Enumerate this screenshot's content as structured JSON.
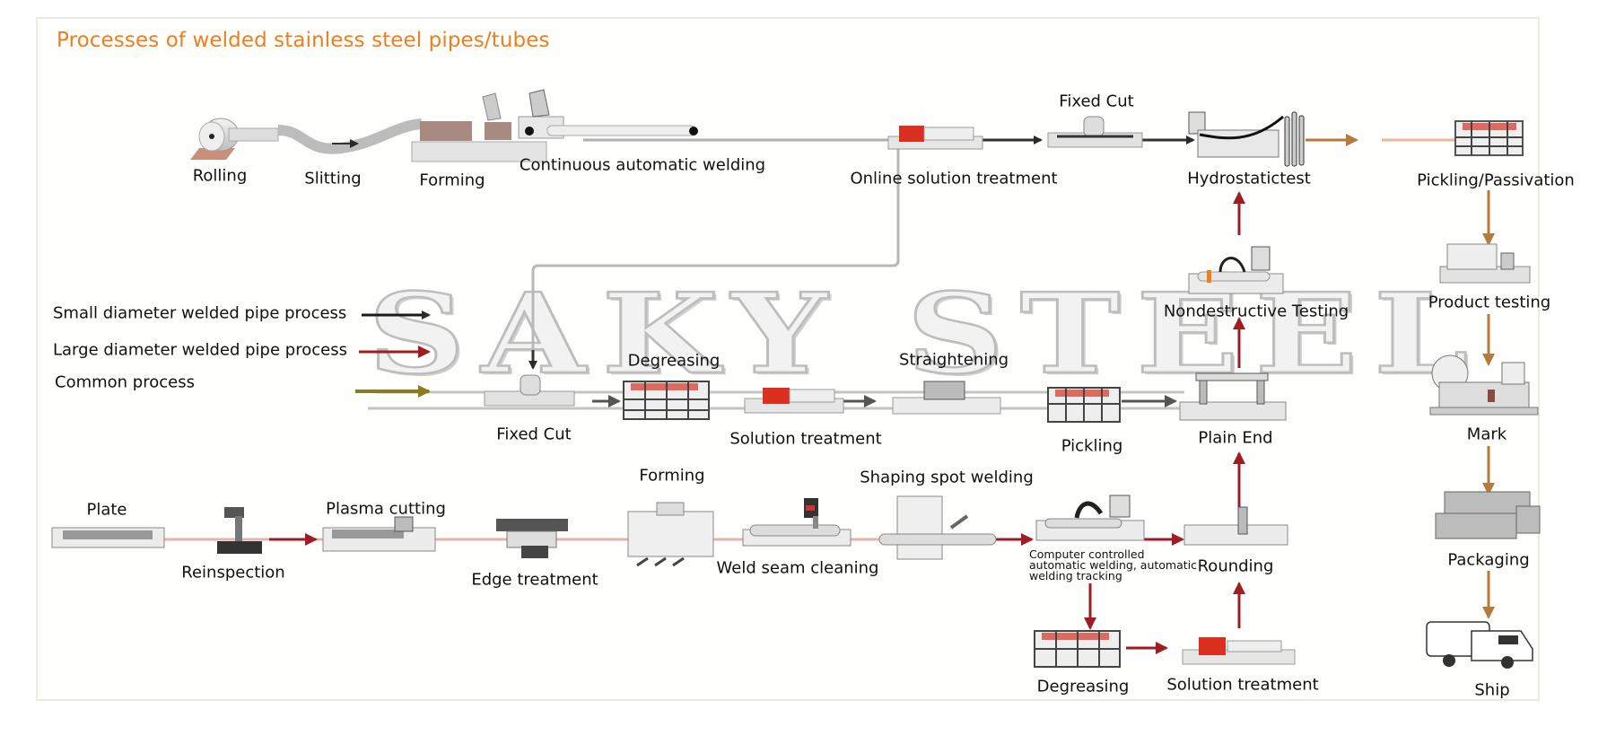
{
  "title": "Processes of welded stainless steel pipes/tubes",
  "watermark": "SAKY STEEL",
  "colors": {
    "title": "#ee7e1e",
    "small_diameter": "#1a1a1a",
    "large_diameter": "#9e1c22",
    "common": "#8a7d1f",
    "final": "#b57a3c",
    "frame": "#ecebe0",
    "line": "#b8b8b8"
  },
  "legend": [
    {
      "label": "Small diameter welded pipe process",
      "color_key": "small_diameter"
    },
    {
      "label": "Large diameter welded pipe process",
      "color_key": "large_diameter"
    },
    {
      "label": "Common process",
      "color_key": "common"
    }
  ],
  "small_diameter_line": {
    "steps": [
      {
        "id": "rolling",
        "label": "Rolling",
        "icon": "coil-roll-icon"
      },
      {
        "id": "slitting",
        "label": "Slitting",
        "icon": "strip-slitting-icon"
      },
      {
        "id": "forming",
        "label": "Forming",
        "icon": "roll-forming-icon"
      },
      {
        "id": "continuous-welding",
        "label": "Continuous automatic welding",
        "icon": "welding-machine-icon"
      },
      {
        "id": "online-solution",
        "label": "Online solution treatment",
        "icon": "furnace-icon"
      },
      {
        "id": "fixed-cut-top",
        "label": "Fixed Cut",
        "icon": "cutting-machine-icon"
      },
      {
        "id": "hydrostatic",
        "label": "Hydrostatictest",
        "icon": "hydrostatic-tester-icon"
      },
      {
        "id": "pickling-passivation",
        "label": "Pickling/Passivation",
        "icon": "acid-tank-icon"
      }
    ]
  },
  "common_line": {
    "steps": [
      {
        "id": "fixed-cut-mid",
        "label": "Fixed Cut",
        "icon": "cutting-machine-icon"
      },
      {
        "id": "degreasing-mid",
        "label": "Degreasing",
        "icon": "degreasing-tank-icon"
      },
      {
        "id": "solution-mid",
        "label": "Solution treatment",
        "icon": "furnace-icon"
      },
      {
        "id": "straightening",
        "label": "Straightening",
        "icon": "straightener-icon"
      },
      {
        "id": "pickling",
        "label": "Pickling",
        "icon": "acid-tank-icon"
      },
      {
        "id": "plain-end",
        "label": "Plain End",
        "icon": "end-facing-machine-icon"
      },
      {
        "id": "ndt",
        "label": "Nondestructive Testing",
        "icon": "ndt-scanner-icon"
      }
    ]
  },
  "large_diameter_line": {
    "steps": [
      {
        "id": "plate",
        "label": "Plate",
        "icon": "steel-plate-icon"
      },
      {
        "id": "reinspection",
        "label": "Reinspection",
        "icon": "inspection-microscope-icon"
      },
      {
        "id": "plasma-cutting",
        "label": "Plasma cutting",
        "icon": "plasma-cutter-icon"
      },
      {
        "id": "edge-treatment",
        "label": "Edge treatment",
        "icon": "edge-milling-icon"
      },
      {
        "id": "forming-large",
        "label": "Forming",
        "icon": "press-brake-icon"
      },
      {
        "id": "weld-seam-cleaning",
        "label": "Weld seam cleaning",
        "icon": "seam-cleaner-icon"
      },
      {
        "id": "shaping-spot-welding",
        "label": "Shaping spot welding",
        "icon": "spot-welder-icon"
      },
      {
        "id": "computer-welding",
        "label": "Computer controlled automatic welding, automatic welding tracking",
        "icon": "robot-welder-icon"
      },
      {
        "id": "degreasing-bottom",
        "label": "Degreasing",
        "icon": "degreasing-tank-icon"
      },
      {
        "id": "solution-bottom",
        "label": "Solution treatment",
        "icon": "furnace-icon"
      },
      {
        "id": "rounding",
        "label": "Rounding",
        "icon": "rounding-machine-icon"
      }
    ]
  },
  "final_line": {
    "steps": [
      {
        "id": "product-testing",
        "label": "Product testing",
        "icon": "testing-machine-icon"
      },
      {
        "id": "mark",
        "label": "Mark",
        "icon": "marking-machine-icon"
      },
      {
        "id": "packaging",
        "label": "Packaging",
        "icon": "pipe-bundle-icon"
      },
      {
        "id": "ship",
        "label": "Ship",
        "icon": "truck-icon"
      }
    ]
  }
}
